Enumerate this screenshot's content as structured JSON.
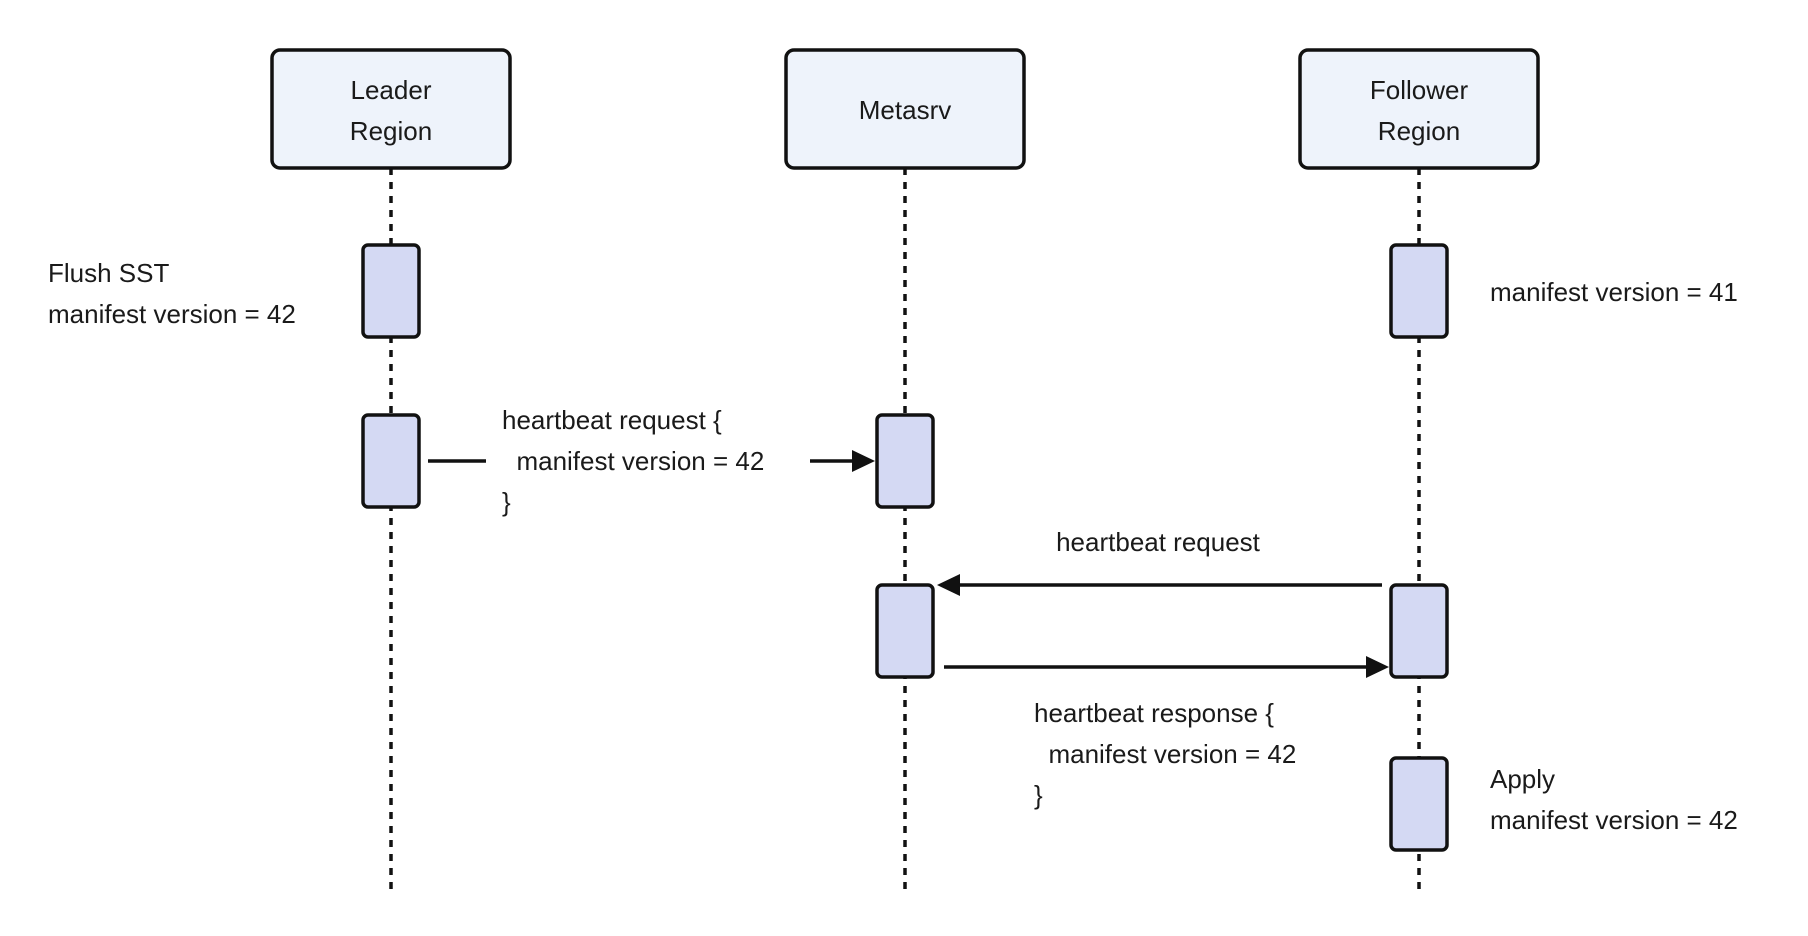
{
  "participants": {
    "leader": [
      "Leader",
      "Region"
    ],
    "metasrv": "Metasrv",
    "follower": [
      "Follower",
      "Region"
    ]
  },
  "notes": {
    "leader_flush": [
      "Flush SST",
      "manifest version = 42"
    ],
    "follower_initial": "manifest version = 41",
    "follower_apply": [
      "Apply",
      "manifest version = 42"
    ]
  },
  "messages": {
    "leader_heartbeat": [
      "heartbeat request {",
      "  manifest version = 42",
      "}"
    ],
    "follower_heartbeat": "heartbeat request",
    "metasrv_response": [
      "heartbeat response {",
      "  manifest version = 42",
      "}"
    ]
  }
}
